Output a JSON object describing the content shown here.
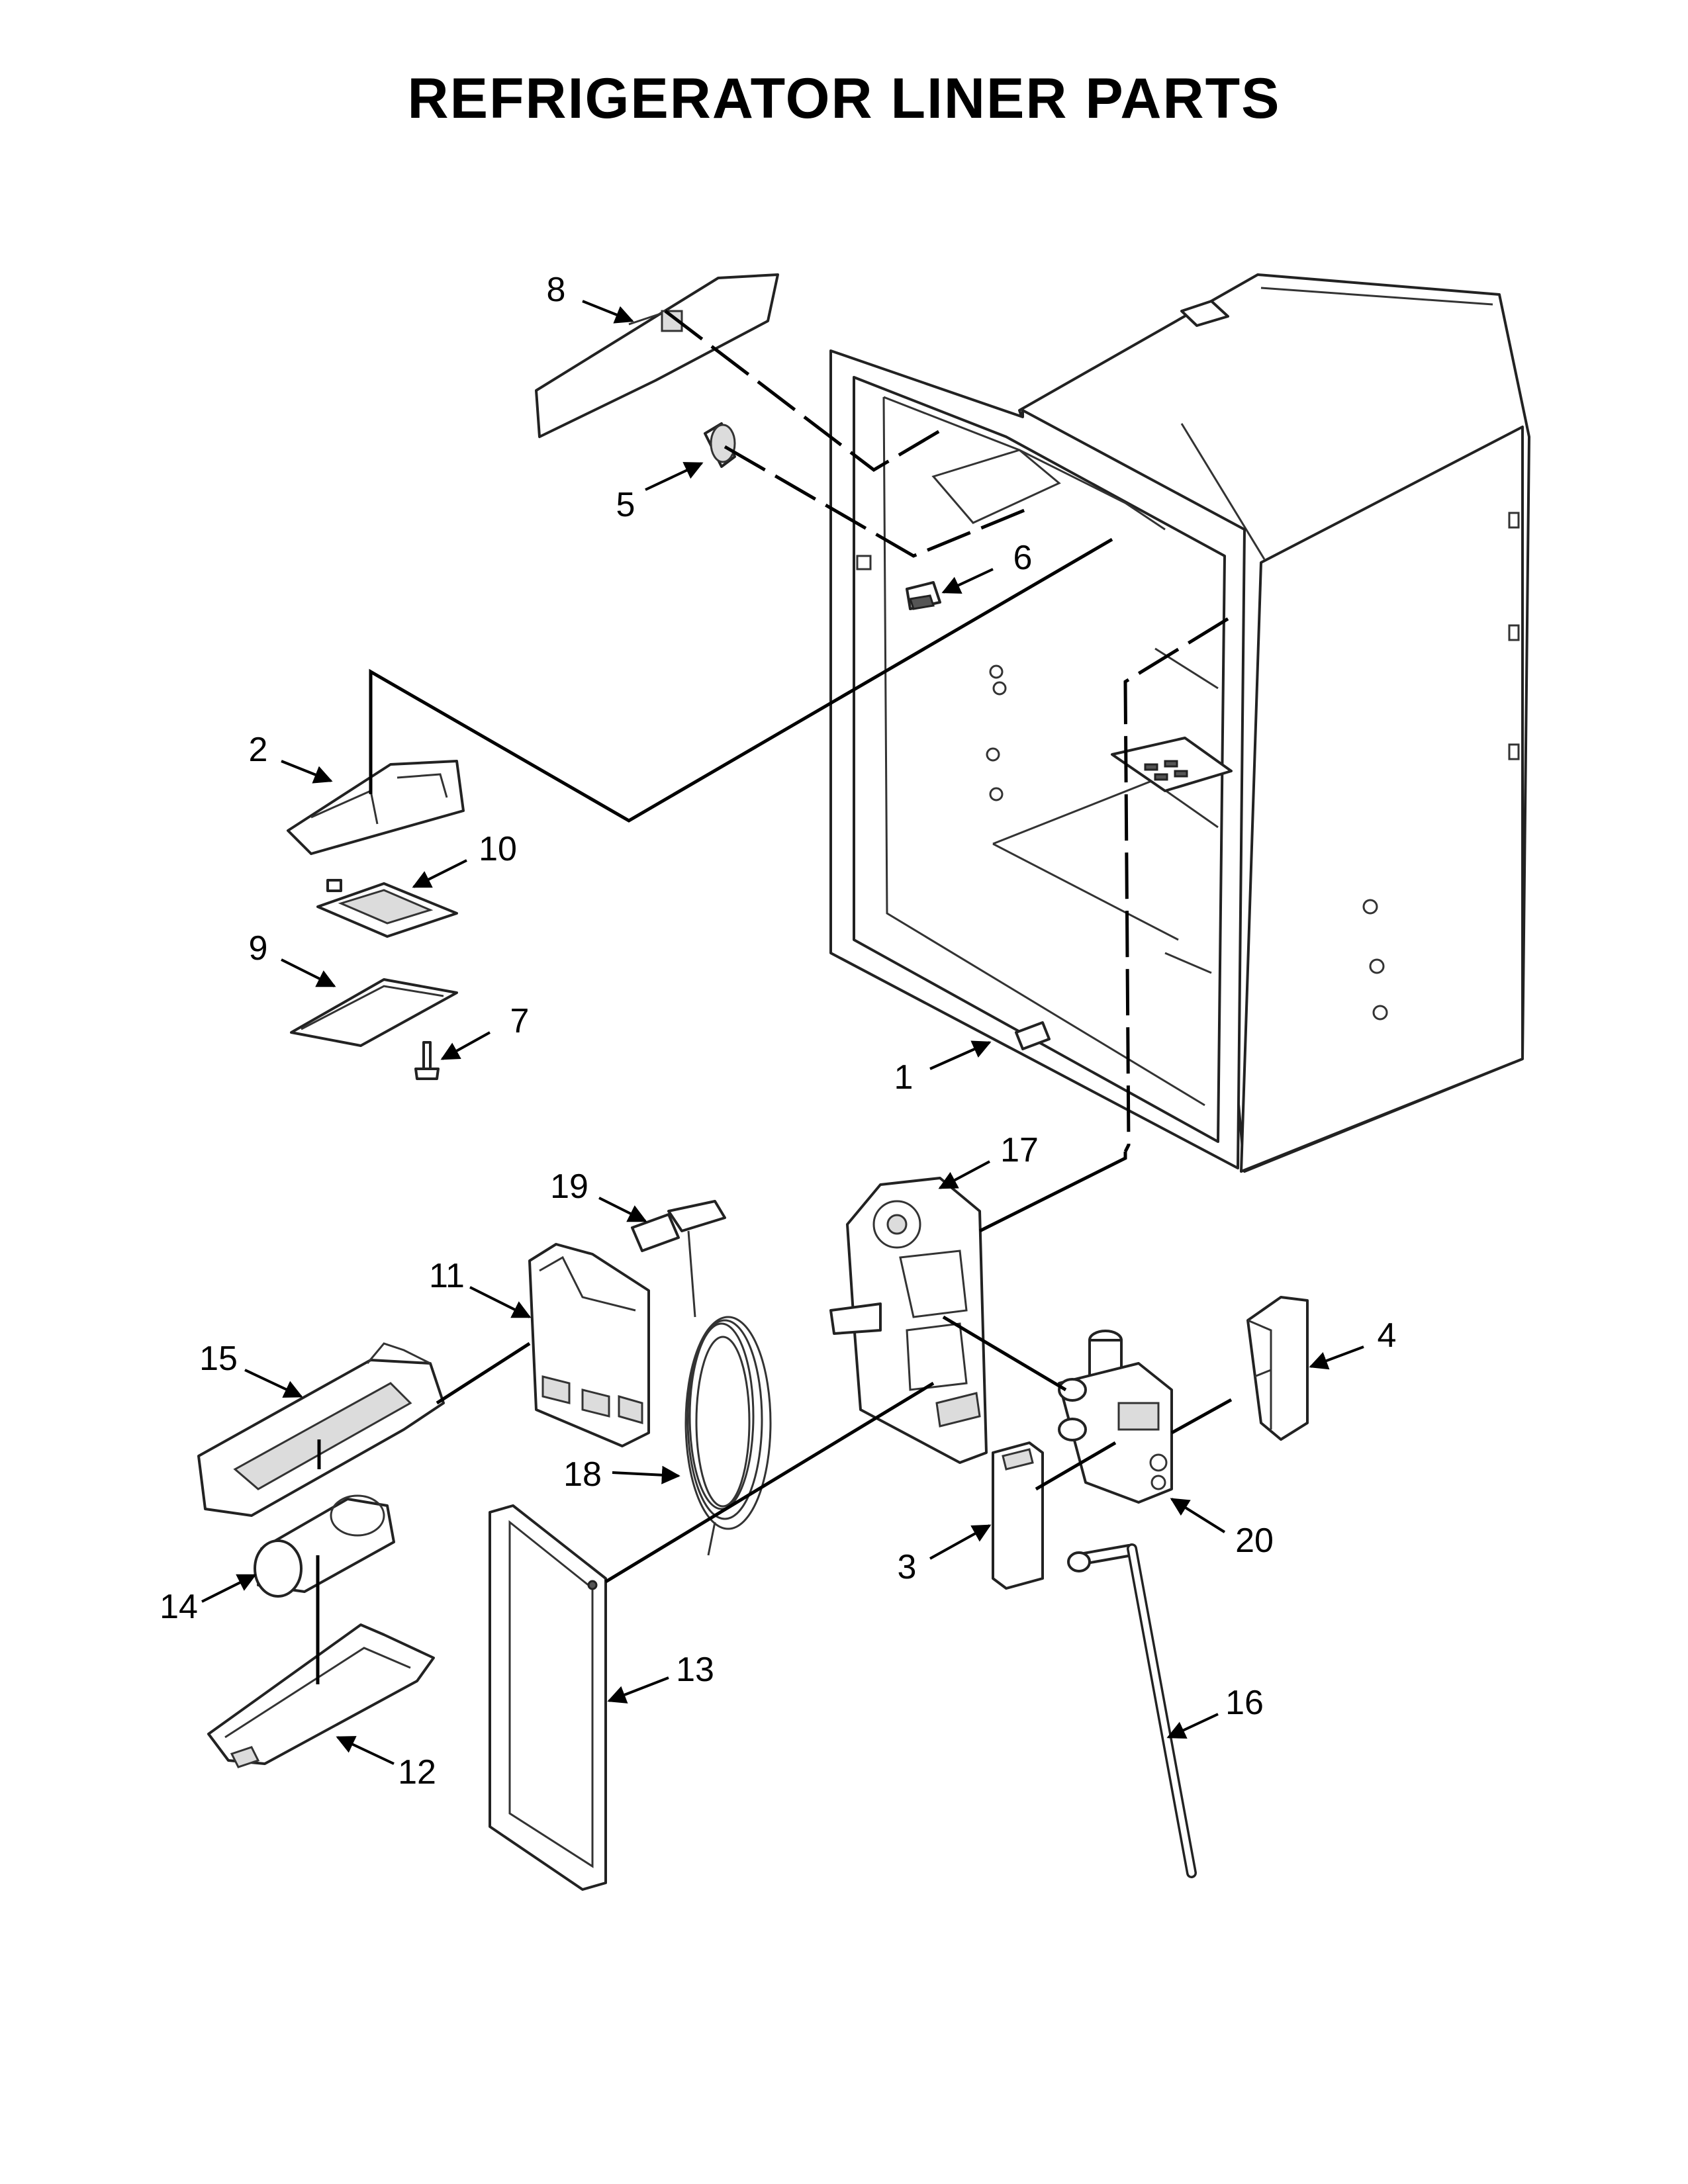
{
  "title": "REFRIGERATOR LINER PARTS",
  "callouts": [
    "1",
    "2",
    "3",
    "4",
    "5",
    "6",
    "7",
    "8",
    "9",
    "10",
    "11",
    "12",
    "13",
    "14",
    "15",
    "16",
    "17",
    "18",
    "19",
    "20"
  ]
}
